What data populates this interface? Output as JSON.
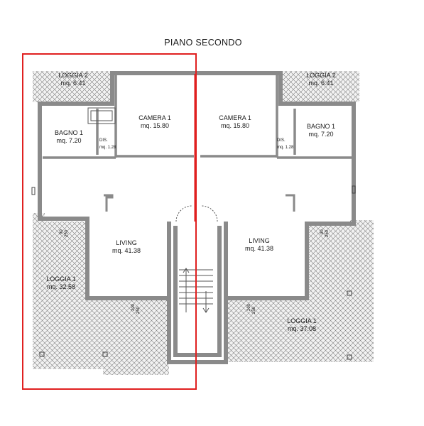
{
  "plan": {
    "title": "PIANO SECONDO",
    "highlight_color": "#e02020",
    "wall_color": "#8a8a8a",
    "terrace_hatch_color": "#6e6e6e",
    "left_unit": {
      "loggia_2_name": "LOGGIA 2",
      "loggia_2_area": "mq. 6.41",
      "bagno_name": "BAGNO 1",
      "bagno_area": "mq. 7.20",
      "camera_name": "CAMERA 1",
      "camera_area": "mq. 15.80",
      "dis_name": "DIS.",
      "dis_area": "mq. 1.28",
      "living_name": "LIVING",
      "living_area": "mq. 41.38",
      "loggia_1_name": "LOGGIA 1",
      "loggia_1_area": "mq. 32.58"
    },
    "right_unit": {
      "loggia_2_name": "LOGGIA 2",
      "loggia_2_area": "mq. 6.41",
      "bagno_name": "BAGNO 1",
      "bagno_area": "mq. 7.20",
      "camera_name": "CAMERA 1",
      "camera_area": "mq. 15.80",
      "dis_name": "DIS.",
      "dis_area": "mq. 1.28",
      "living_name": "LIVING",
      "living_area": "mq. 41.38",
      "loggia_1_name": "LOGGIA 1",
      "loggia_1_area": "mq. 37.08"
    },
    "openings": {
      "window_a": "90",
      "window_a_h": "250",
      "window_b": "90",
      "window_b_h": "250",
      "door_left": "200",
      "door_left_h": "250",
      "door_right": "200",
      "door_right_h": "250"
    }
  }
}
